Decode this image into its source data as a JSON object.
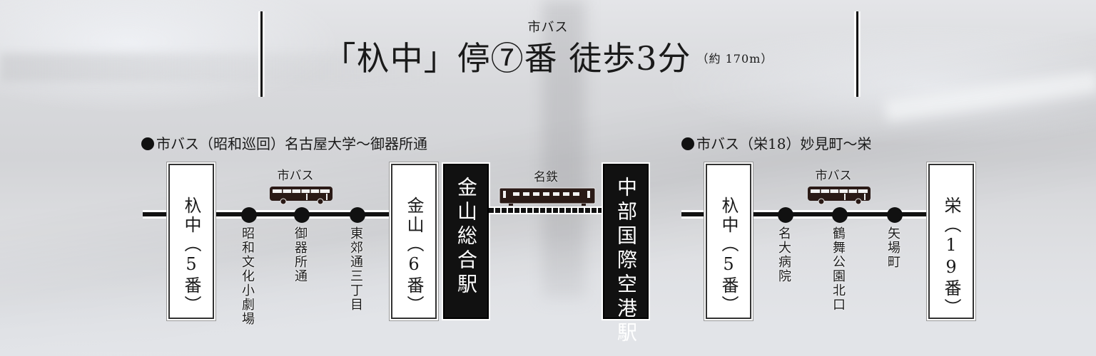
{
  "header": {
    "subtitle": "市バス",
    "title": "「杁中」停⑦番 徒歩3分",
    "note": "（約 170m）"
  },
  "routes": [
    {
      "title": "市バス（昭和巡回）名古屋大学～御器所通",
      "mode_label": "市バス",
      "vehicle_icon": "bus-icon",
      "origin": "杁中（5番）",
      "stops": [
        "昭和文化小劇場",
        "御器所通",
        "東郊通三丁目"
      ],
      "destination": "金山（6番）"
    },
    {
      "mode_label": "名鉄",
      "vehicle_icon": "train-icon",
      "origin": "金山総合駅",
      "destination": "中部国際空港駅"
    },
    {
      "title": "市バス（栄18）妙見町～栄",
      "mode_label": "市バス",
      "vehicle_icon": "bus-icon",
      "origin": "杁中（5番）",
      "stops": [
        "名大病院",
        "鶴舞公園北口",
        "矢場町"
      ],
      "destination": "栄（19番）"
    }
  ],
  "colors": {
    "ink": "#111111",
    "station_fill": "#ffffff",
    "terminal_fill": "#111111",
    "background": "#d8d9dc"
  }
}
